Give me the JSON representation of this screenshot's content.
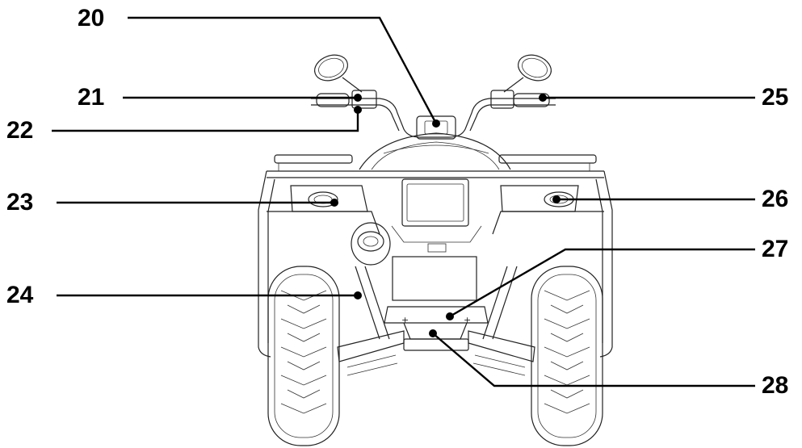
{
  "diagram": {
    "subject": "ATV rear view",
    "callouts": [
      {
        "id": "20",
        "label": "20"
      },
      {
        "id": "21",
        "label": "21"
      },
      {
        "id": "22",
        "label": "22"
      },
      {
        "id": "23",
        "label": "23"
      },
      {
        "id": "24",
        "label": "24"
      },
      {
        "id": "25",
        "label": "25"
      },
      {
        "id": "26",
        "label": "26"
      },
      {
        "id": "27",
        "label": "27"
      },
      {
        "id": "28",
        "label": "28"
      }
    ]
  }
}
